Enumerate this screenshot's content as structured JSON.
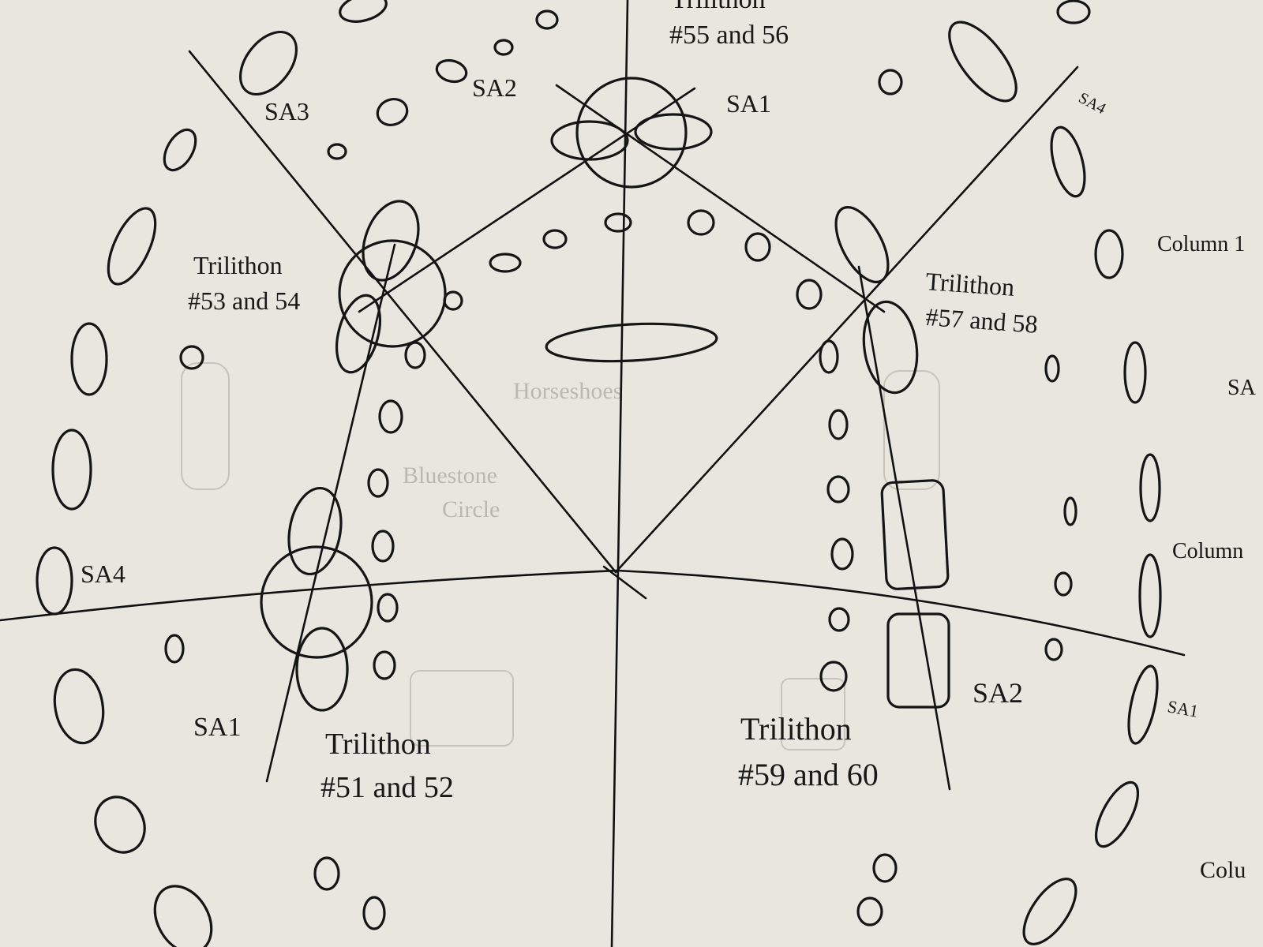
{
  "labels": {
    "trilithon_top_l1": "Trilithon",
    "trilithon_top_l2": "#55 and 56",
    "t53_l1": "Trilithon",
    "t53_l2": "#53 and 54",
    "t57_l1": "Trilithon",
    "t57_l2": "#57 and 58",
    "t51_l1": "Trilithon",
    "t51_l2": "#51 and 52",
    "t59_l1": "Trilithon",
    "t59_l2": "#59 and 60",
    "sa3": "SA3",
    "sa2_top": "SA2",
    "sa1_top": "SA1",
    "sa4_right": "SA4",
    "sa4_left": "SA4",
    "sa1_bottom": "SA1",
    "sa2_bottom": "SA2",
    "sa_edge_right": "SA1",
    "col_1": "Column 1",
    "col_2": "Column",
    "col_3": "Colu",
    "sa_right_margin": "SA",
    "faint_1": "Bluestone",
    "faint_2": "Circle",
    "faint_3": "Horseshoes"
  },
  "colors": {
    "paper": "#e9e6df",
    "ink": "#151515",
    "faint": "#bdb8ae"
  }
}
